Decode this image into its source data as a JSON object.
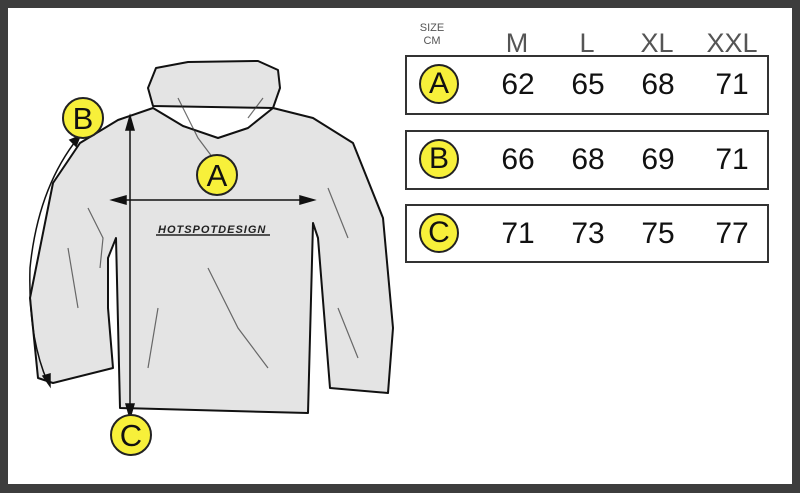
{
  "header": {
    "size_label": "SIZE",
    "unit_label": "CM",
    "sizes": [
      "M",
      "L",
      "XL",
      "XXL"
    ]
  },
  "rows": [
    {
      "label": "A",
      "values": [
        "62",
        "65",
        "68",
        "71"
      ]
    },
    {
      "label": "B",
      "values": [
        "66",
        "68",
        "69",
        "71"
      ]
    },
    {
      "label": "C",
      "values": [
        "71",
        "73",
        "75",
        "77"
      ]
    }
  ],
  "diagram": {
    "logo_text": "HOTSPOTDESIGN",
    "markers": [
      "A",
      "B",
      "C"
    ]
  },
  "colors": {
    "marker_fill": "#f7f03a",
    "frame": "#3d3d3d"
  }
}
